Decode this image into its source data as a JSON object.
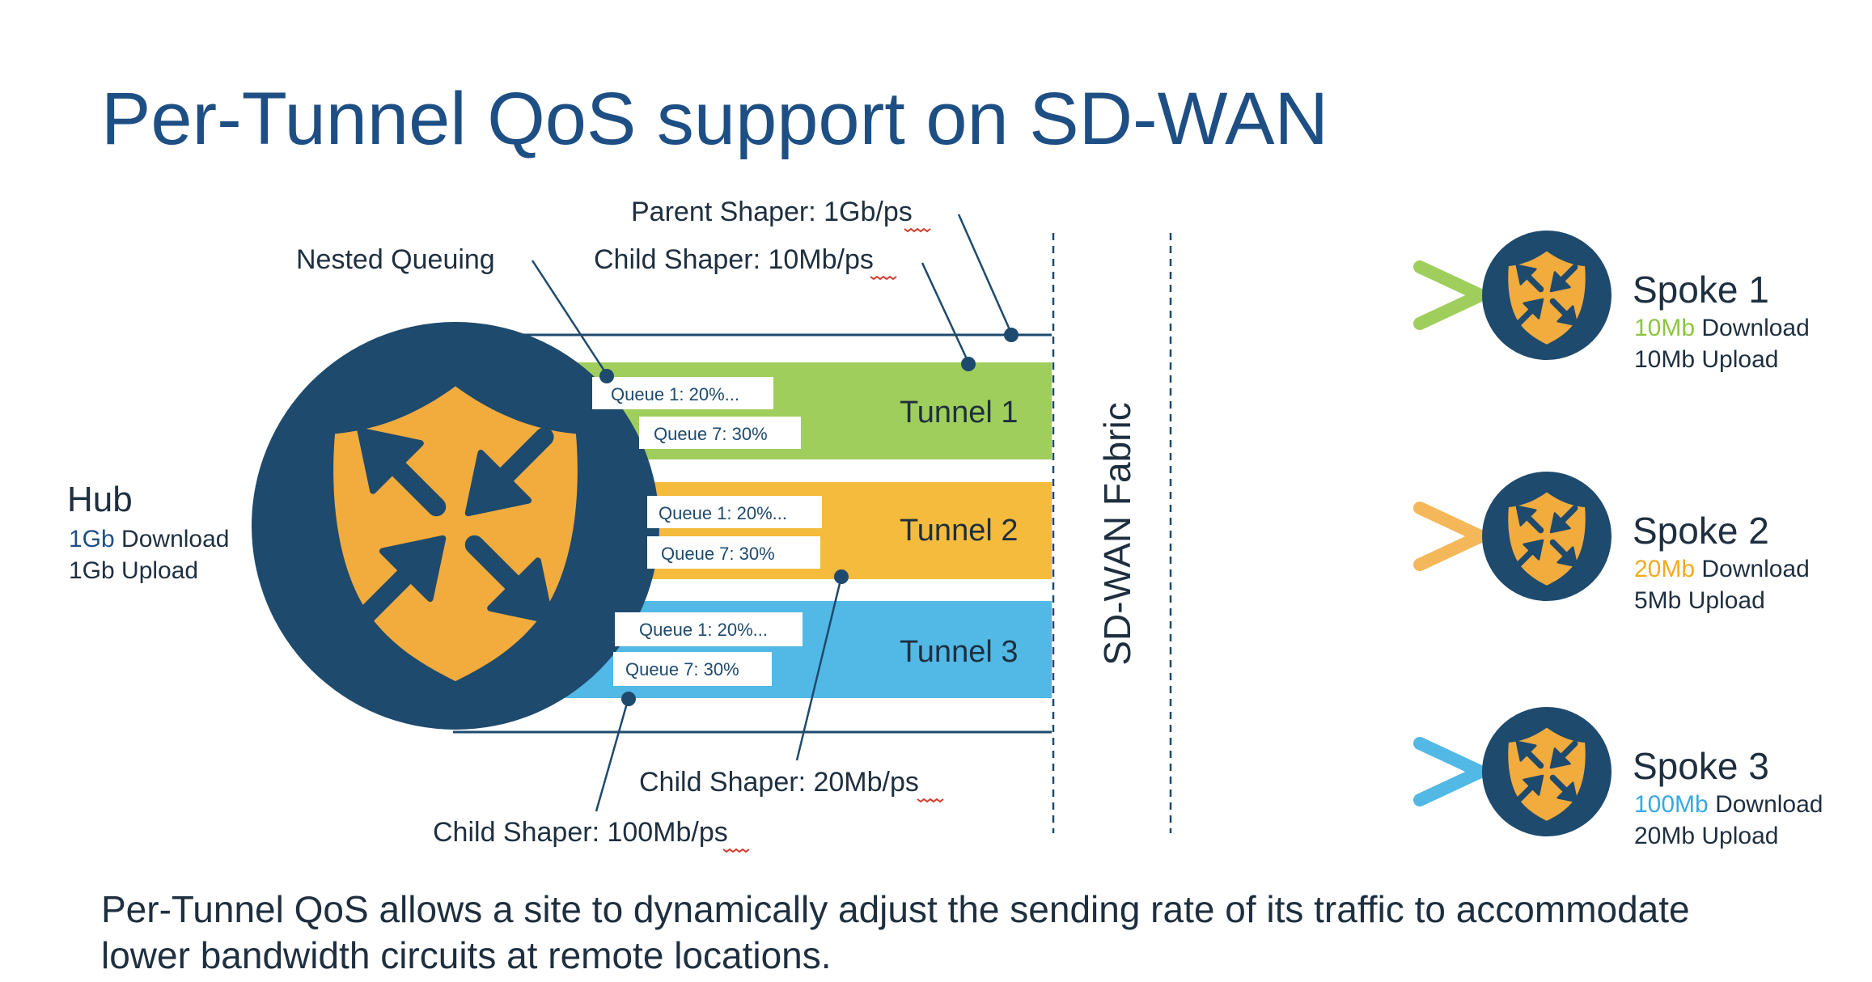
{
  "title": "Per-Tunnel QoS support on SD-WAN",
  "colors": {
    "title": "#1e4f84",
    "navy": "#1e4a6d",
    "orange": "#f2ab3d",
    "green": "#9fce5c",
    "yellow": "#f4bb3c",
    "blue": "#52b8e5",
    "dark_line": "#1e4a6d"
  },
  "hub": {
    "name": "Hub",
    "download_value": "1Gb",
    "download_label": " Download",
    "upload": "1Gb Upload",
    "icon": "router-shield-icon"
  },
  "labels": {
    "parent_shaper": "Parent Shaper: 1Gb/ps",
    "nested_queuing": "Nested Queuing",
    "child_shaper_top": "Child Shaper: 10Mb/ps",
    "child_shaper_20": "Child Shaper: 20Mb/ps",
    "child_shaper_100": "Child Shaper: 100Mb/ps",
    "fabric": "SD-WAN Fabric"
  },
  "tunnels": [
    {
      "name": "Tunnel 1",
      "queue1": "Queue 1: 20%...",
      "queue7": "Queue 7: 30%"
    },
    {
      "name": "Tunnel 2",
      "queue1": "Queue 1: 20%...",
      "queue7": "Queue 7: 30%"
    },
    {
      "name": "Tunnel 3",
      "queue1": "Queue 1: 20%...",
      "queue7": "Queue 7: 30%"
    }
  ],
  "spokes": [
    {
      "name": "Spoke 1",
      "download_value": "10Mb",
      "download_label": " Download",
      "upload": "10Mb Upload",
      "icon": "router-shield-icon"
    },
    {
      "name": "Spoke 2",
      "download_value": "20Mb",
      "download_label": " Download",
      "upload": "5Mb Upload",
      "icon": "router-shield-icon"
    },
    {
      "name": "Spoke 3",
      "download_value": "100Mb",
      "download_label": " Download",
      "upload": "20Mb Upload",
      "icon": "router-shield-icon"
    }
  ],
  "footer": {
    "line1": "Per-Tunnel QoS allows a site to dynamically adjust the sending rate of its traffic to accommodate",
    "line2": "lower bandwidth circuits at remote locations."
  }
}
